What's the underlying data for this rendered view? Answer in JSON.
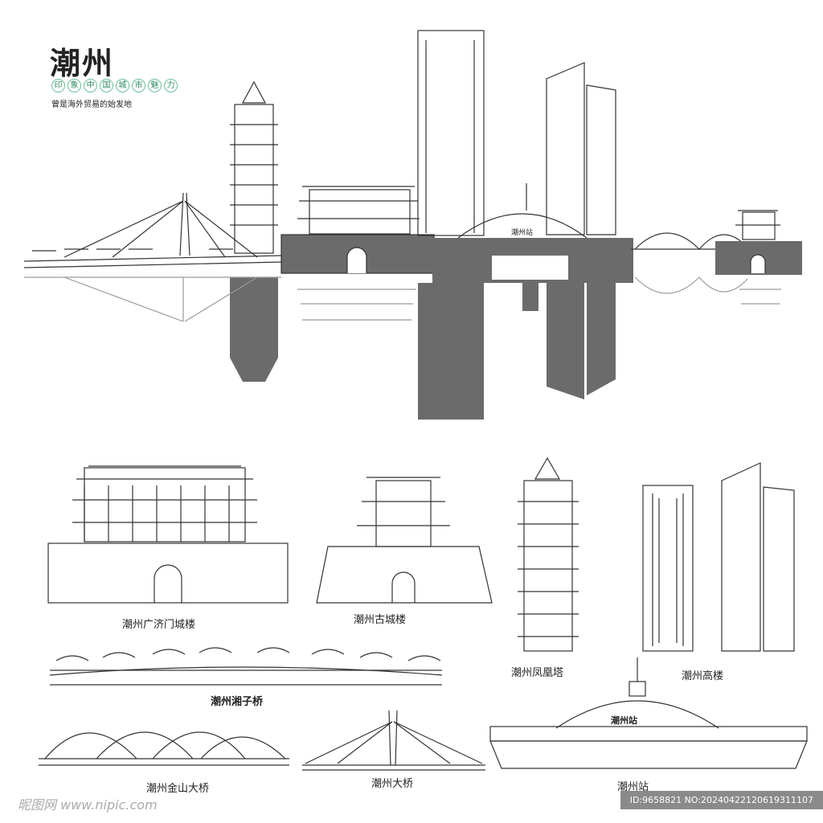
{
  "header": {
    "title": "潮州",
    "subtitle_chars": [
      "印",
      "象",
      "中",
      "国",
      "城",
      "市",
      "魅",
      "力"
    ],
    "tagline": "曾是海外贸易的始发地"
  },
  "captions": {
    "guangji": "潮州广济门城楼",
    "gucheng": "潮州古城楼",
    "fenghuang": "潮州凤凰塔",
    "gaolou": "潮州高楼",
    "xiangzi": "潮州湘子桥",
    "jinshan": "潮州金山大桥",
    "daqiao": "潮州大桥",
    "zhan": "潮州站",
    "station_sign": "潮州站"
  },
  "watermark": {
    "site": "昵图网 www.nipic.com",
    "id": "ID:9658821 NO:20240422120619311107"
  },
  "colors": {
    "silhouette": "#6b6b6b",
    "accent": "#2e8d63"
  }
}
